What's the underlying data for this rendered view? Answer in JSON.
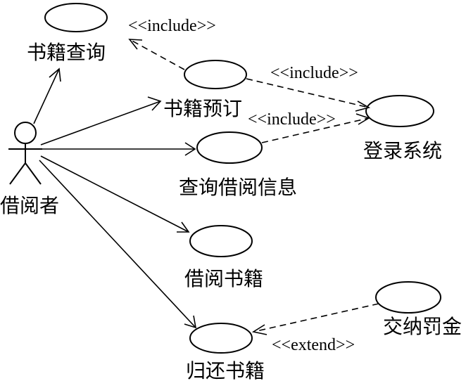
{
  "actor": {
    "label": "借阅者"
  },
  "use_cases": {
    "search": "书籍查询",
    "reserve": "书籍预订",
    "login": "登录系统",
    "query_borrow": "查询借阅信息",
    "borrow": "借阅书籍",
    "return_book": "归还书籍",
    "fine": "交纳罚金"
  },
  "stereotypes": {
    "include_1": "<<include>>",
    "include_2": "<<include>>",
    "include_3": "<<include>>",
    "extend": "<<extend>>"
  }
}
